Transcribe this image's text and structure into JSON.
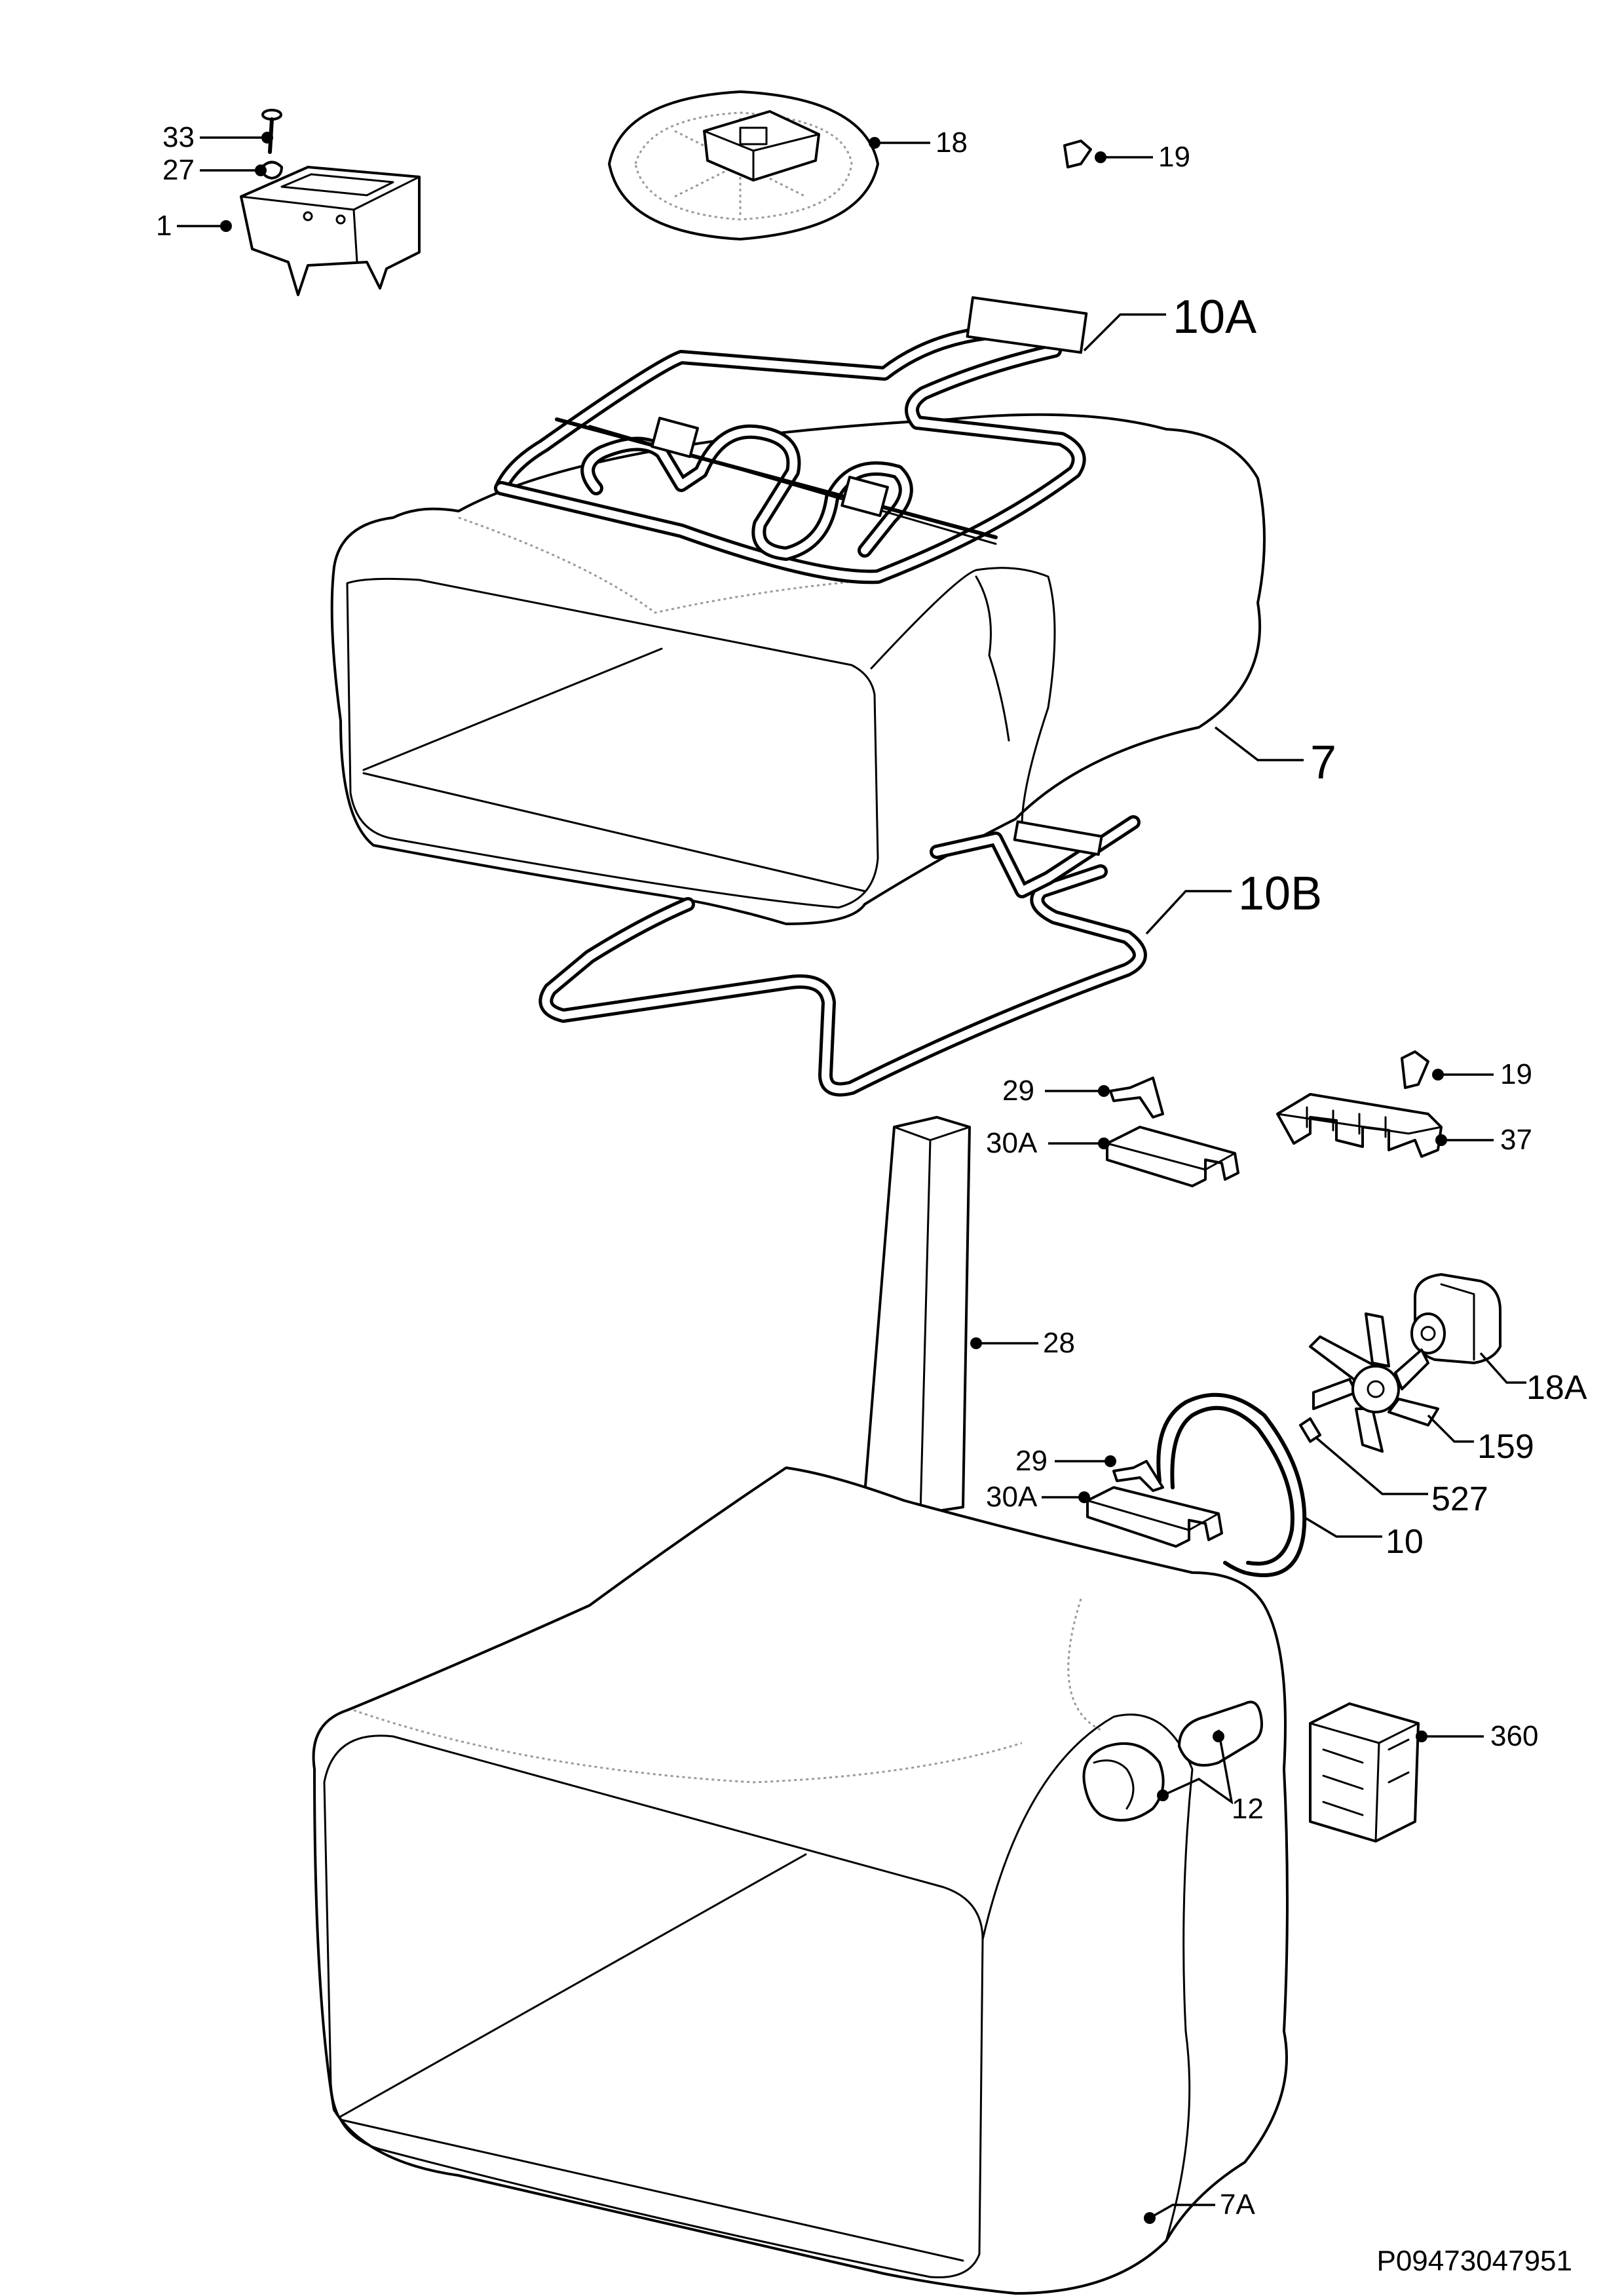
{
  "diagram": {
    "drawing_code": "P09473047951",
    "callouts": [
      {
        "id": "c33",
        "label": "33"
      },
      {
        "id": "c27",
        "label": "27"
      },
      {
        "id": "c1",
        "label": "1"
      },
      {
        "id": "c18",
        "label": "18"
      },
      {
        "id": "c19a",
        "label": "19"
      },
      {
        "id": "c10A",
        "label": "10A"
      },
      {
        "id": "c7",
        "label": "7"
      },
      {
        "id": "c10B",
        "label": "10B"
      },
      {
        "id": "c19b",
        "label": "19"
      },
      {
        "id": "c29a",
        "label": "29"
      },
      {
        "id": "c30Aa",
        "label": "30A"
      },
      {
        "id": "c37",
        "label": "37"
      },
      {
        "id": "c28",
        "label": "28"
      },
      {
        "id": "c18A",
        "label": "18A"
      },
      {
        "id": "c159",
        "label": "159"
      },
      {
        "id": "c29b",
        "label": "29"
      },
      {
        "id": "c30Ab",
        "label": "30A"
      },
      {
        "id": "c527",
        "label": "527"
      },
      {
        "id": "c10",
        "label": "10"
      },
      {
        "id": "c360",
        "label": "360"
      },
      {
        "id": "c12",
        "label": "12"
      },
      {
        "id": "c7A",
        "label": "7A"
      }
    ]
  }
}
